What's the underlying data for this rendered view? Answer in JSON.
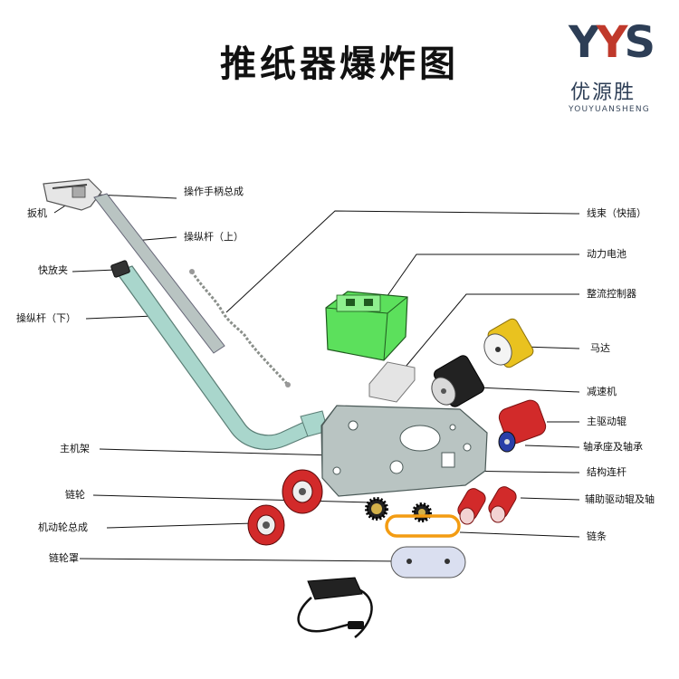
{
  "title": "推纸器爆炸图",
  "brand": {
    "letters": "YYS",
    "letter_colors": [
      "#2d3e56",
      "#c0392b",
      "#2d3e56"
    ],
    "name_cn": "优源胜",
    "name_pinyin": "YOUYUANSHENG"
  },
  "colors": {
    "frame": "#b9c4c2",
    "handle": "#a9d6cc",
    "battery": "#5ce05c",
    "red_part": "#d22a2a",
    "motor_yellow": "#e9c21f",
    "dark": "#222222"
  },
  "labels": {
    "handle_assembly": "操作手柄总成",
    "trigger": "扳机",
    "upper_rod": "操纵杆（上）",
    "quick_clip": "快放夹",
    "lower_rod": "操纵杆（下）",
    "main_frame": "主机架",
    "sprocket": "链轮",
    "wheel_assembly": "机动轮总成",
    "sprocket_cover": "链轮罩",
    "harness": "线束（快插）",
    "battery": "动力电池",
    "controller": "整流控制器",
    "motor": "马达",
    "reducer": "减速机",
    "main_roller": "主驱动辊",
    "bearing": "轴承座及轴承",
    "link_rod": "结构连杆",
    "aux_roller": "辅助驱动辊及轴",
    "chain": "链条"
  }
}
